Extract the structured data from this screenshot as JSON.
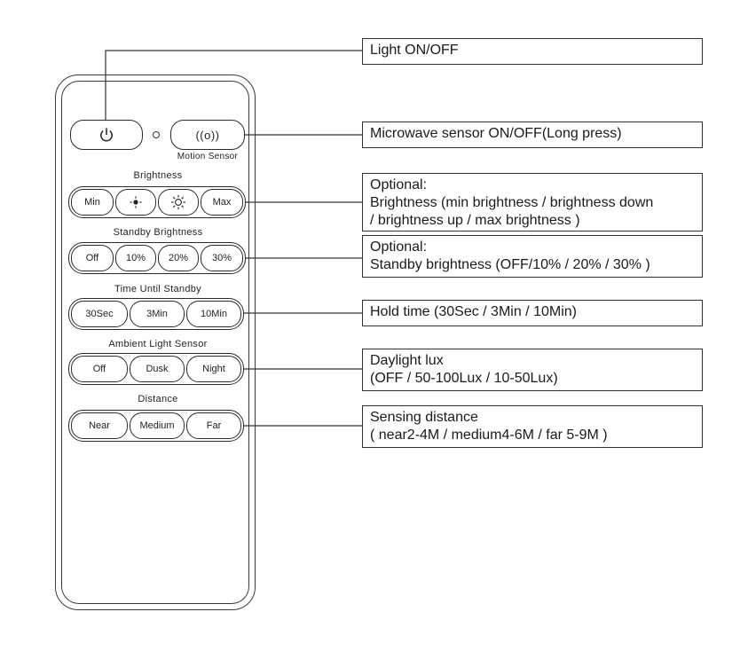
{
  "remote": {
    "power_icon": "power-icon",
    "motion_icon": "motion-sensor-icon",
    "motion_glyph": "((o))",
    "motion_label": "Motion Sensor",
    "sections": {
      "brightness": {
        "label": "Brightness",
        "buttons": [
          "Min",
          "-",
          "+",
          "Max"
        ]
      },
      "standby": {
        "label": "Standby Brightness",
        "buttons": [
          "Off",
          "10%",
          "20%",
          "30%"
        ]
      },
      "time": {
        "label": "Time Until Standby",
        "buttons": [
          "30Sec",
          "3Min",
          "10Min"
        ]
      },
      "ambient": {
        "label": "Ambient Light Sensor",
        "buttons": [
          "Off",
          "Dusk",
          "Night"
        ]
      },
      "distance": {
        "label": "Distance",
        "buttons": [
          "Near",
          "Medium",
          "Far"
        ]
      }
    }
  },
  "callouts": {
    "light": [
      "Light ON/OFF"
    ],
    "microwave": [
      "Microwave sensor ON/OFF(Long press)"
    ],
    "brightness": [
      "Optional:",
      "Brightness (min brightness / brightness down",
      "/ brightness up / max brightness )"
    ],
    "standby": [
      "Optional:",
      "Standby brightness (OFF/10% / 20% / 30% )"
    ],
    "hold": [
      "Hold time (30Sec / 3Min / 10Min)"
    ],
    "daylight": [
      "Daylight lux",
      "(OFF / 50-100Lux / 10-50Lux)"
    ],
    "sensing": [
      "Sensing distance",
      "( near2-4M / medium4-6M / far 5-9M )"
    ]
  }
}
